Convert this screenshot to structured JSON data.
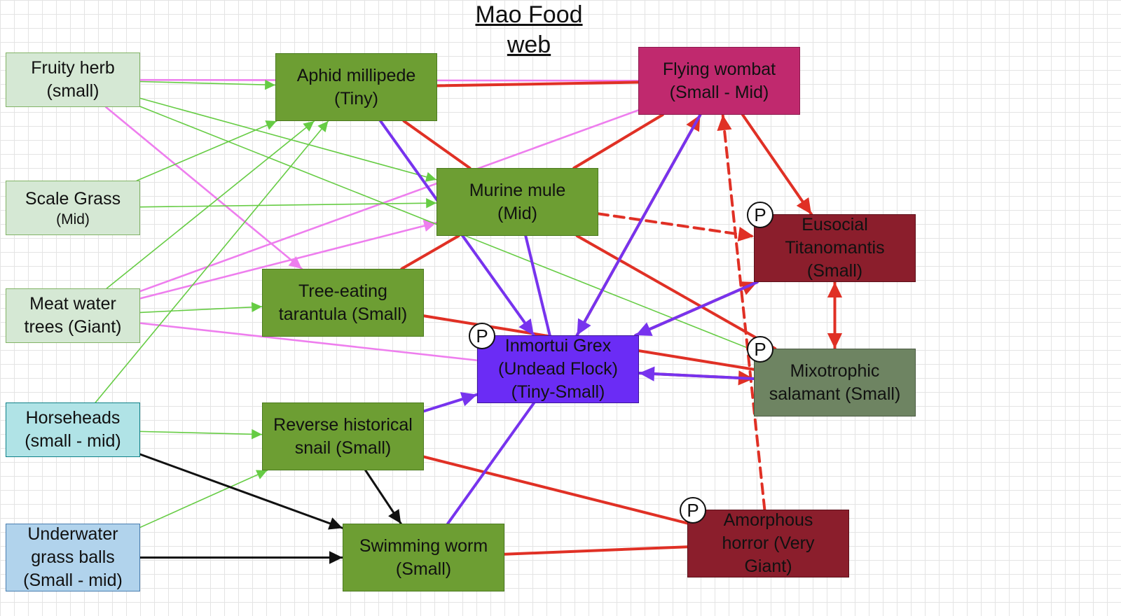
{
  "title": {
    "line1": "Mao Food",
    "line2": "web"
  },
  "colors": {
    "producer_fill": "#d5e8d4",
    "consumer_fill": "#6d9e33",
    "pink_edge": "#ee7eee",
    "green_edge": "#66cc44",
    "red_edge": "#e03025",
    "purple_edge": "#7733ee",
    "black_edge": "#111111"
  },
  "nodes": {
    "fruity_herb": {
      "line1": "Fruity herb",
      "line2": "(small)"
    },
    "scale_grass": {
      "line1": "Scale Grass",
      "line2": "(Mid)"
    },
    "meat_water_trees": {
      "line1": "Meat water",
      "line2": "trees (Giant)"
    },
    "horseheads": {
      "line1": "Horseheads",
      "line2": "(small - mid)"
    },
    "underwater_grass_balls": {
      "line1": "Underwater",
      "line2": "grass balls",
      "line3": "(Small - mid)"
    },
    "aphid_millipede": {
      "line1": "Aphid millipede",
      "line2": "(Tiny)"
    },
    "murine_mule": {
      "line1": "Murine mule",
      "line2": "(Mid)"
    },
    "tree_eating_tarantula": {
      "line1": "Tree-eating",
      "line2": "tarantula (Small)"
    },
    "reverse_historical_snail": {
      "line1": "Reverse historical",
      "line2": "snail (Small)"
    },
    "swimming_worm": {
      "line1": "Swimming worm",
      "line2": "(Small)"
    },
    "inmortui_grex": {
      "line1": "Inmortui Grex",
      "line2": "(Undead Flock)",
      "line3": "(Tiny-Small)"
    },
    "flying_wombat": {
      "line1": "Flying wombat",
      "line2": "(Small - Mid)"
    },
    "eusocial_titanomantis": {
      "line1": "Eusocial",
      "line2": "Titanomantis",
      "line3": "(Small)"
    },
    "mixotrophic_salamant": {
      "line1": "Mixotrophic",
      "line2": "salamant (Small)"
    },
    "amorphous_horror": {
      "line1": "Amorphous",
      "line2": "horror (Very",
      "line3": "Giant)"
    }
  },
  "marker_label": "P",
  "edges": [
    {
      "from": "fruity_herb",
      "to": "flying_wombat",
      "color": "pink",
      "arrow": false
    },
    {
      "from": "fruity_herb",
      "to": "tree_eating_tarantula",
      "color": "pink",
      "arrow": true
    },
    {
      "from": "meat_water_trees",
      "to": "murine_mule",
      "color": "pink",
      "arrow": true
    },
    {
      "from": "meat_water_trees",
      "to": "flying_wombat",
      "color": "pink",
      "arrow": false
    },
    {
      "from": "meat_water_trees",
      "to": "inmortui_grex",
      "color": "pink",
      "arrow": false
    },
    {
      "from": "aphid_millipede",
      "to": "flying_wombat",
      "color": "pink",
      "arrow": false
    },
    {
      "from": "inmortui_grex",
      "to": "mixotrophic_salamant",
      "color": "pink",
      "arrow": false
    },
    {
      "from": "fruity_herb",
      "to": "aphid_millipede",
      "color": "green",
      "arrow": true
    },
    {
      "from": "fruity_herb",
      "to": "murine_mule",
      "color": "green",
      "arrow": true
    },
    {
      "from": "fruity_herb",
      "to": "mixotrophic_salamant",
      "color": "green",
      "arrow": false
    },
    {
      "from": "scale_grass",
      "to": "aphid_millipede",
      "color": "green",
      "arrow": true
    },
    {
      "from": "scale_grass",
      "to": "murine_mule",
      "color": "green",
      "arrow": true
    },
    {
      "from": "meat_water_trees",
      "to": "aphid_millipede",
      "color": "green",
      "arrow": true
    },
    {
      "from": "meat_water_trees",
      "to": "tree_eating_tarantula",
      "color": "green",
      "arrow": true
    },
    {
      "from": "horseheads",
      "to": "aphid_millipede",
      "color": "green",
      "arrow": true
    },
    {
      "from": "horseheads",
      "to": "reverse_historical_snail",
      "color": "green",
      "arrow": true
    },
    {
      "from": "underwater_grass_balls",
      "to": "reverse_historical_snail",
      "color": "green",
      "arrow": true
    },
    {
      "from": "horseheads",
      "to": "swimming_worm",
      "color": "black",
      "arrow": true
    },
    {
      "from": "underwater_grass_balls",
      "to": "swimming_worm",
      "color": "black",
      "arrow": true
    },
    {
      "from": "reverse_historical_snail",
      "to": "swimming_worm",
      "color": "black",
      "arrow": true
    },
    {
      "from": "aphid_millipede",
      "to": "flying_wombat",
      "color": "red",
      "arrow": false
    },
    {
      "from": "aphid_millipede",
      "to": "murine_mule",
      "color": "red",
      "arrow": false
    },
    {
      "from": "murine_mule",
      "to": "flying_wombat",
      "color": "red",
      "arrow": false
    },
    {
      "from": "tree_eating_tarantula",
      "to": "murine_mule",
      "color": "red",
      "arrow": false
    },
    {
      "from": "tree_eating_tarantula",
      "to": "mixotrophic_salamant",
      "color": "red",
      "arrow": false
    },
    {
      "from": "murine_mule",
      "to": "mixotrophic_salamant",
      "color": "red",
      "arrow": false
    },
    {
      "from": "murine_mule",
      "to": "eusocial_titanomantis",
      "color": "red",
      "arrow": true,
      "dashed": true
    },
    {
      "from": "reverse_historical_snail",
      "to": "amorphous_horror",
      "color": "red",
      "arrow": false
    },
    {
      "from": "swimming_worm",
      "to": "amorphous_horror",
      "color": "red",
      "arrow": false
    },
    {
      "from": "inmortui_grex",
      "to": "flying_wombat",
      "color": "red",
      "arrow": true
    },
    {
      "from": "inmortui_grex",
      "to": "eusocial_titanomantis",
      "color": "red",
      "arrow": true
    },
    {
      "from": "inmortui_grex",
      "to": "mixotrophic_salamant",
      "color": "red",
      "arrow": true
    },
    {
      "from": "flying_wombat",
      "to": "eusocial_titanomantis",
      "color": "red",
      "arrow": true
    },
    {
      "from": "eusocial_titanomantis",
      "to": "mixotrophic_salamant",
      "color": "red",
      "arrow": true
    },
    {
      "from": "mixotrophic_salamant",
      "to": "eusocial_titanomantis",
      "color": "red",
      "arrow": true
    },
    {
      "from": "amorphous_horror",
      "to": "flying_wombat",
      "color": "red",
      "arrow": true,
      "dashed": true
    },
    {
      "from": "aphid_millipede",
      "to": "inmortui_grex",
      "color": "purple",
      "arrow": true
    },
    {
      "from": "murine_mule",
      "to": "inmortui_grex",
      "color": "purple",
      "arrow": false
    },
    {
      "from": "reverse_historical_snail",
      "to": "inmortui_grex",
      "color": "purple",
      "arrow": true
    },
    {
      "from": "swimming_worm",
      "to": "inmortui_grex",
      "color": "purple",
      "arrow": false
    },
    {
      "from": "flying_wombat",
      "to": "inmortui_grex",
      "color": "purple",
      "arrow": true
    },
    {
      "from": "eusocial_titanomantis",
      "to": "inmortui_grex",
      "color": "purple",
      "arrow": true
    },
    {
      "from": "mixotrophic_salamant",
      "to": "inmortui_grex",
      "color": "purple",
      "arrow": true
    }
  ]
}
